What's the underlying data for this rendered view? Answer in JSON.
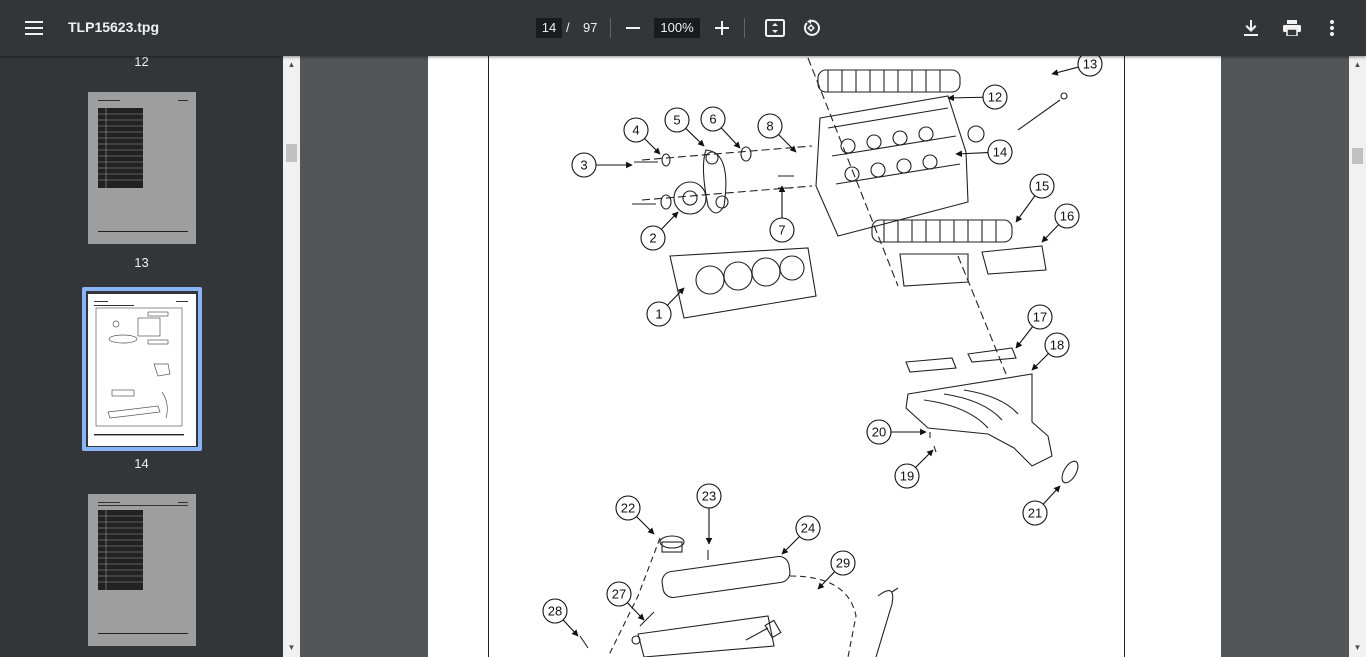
{
  "toolbar": {
    "menu_icon": "hamburger-menu-icon",
    "title": "TLP15623.tpg",
    "current_page": "14",
    "page_separator": "/",
    "total_pages": "97",
    "zoom": "100%",
    "icons": [
      "zoom-out-icon",
      "zoom-in-icon",
      "fit-page-icon",
      "rotate-icon",
      "download-icon",
      "print-icon",
      "more-options-icon"
    ]
  },
  "sidebar": {
    "thumbnails": [
      {
        "label": "12"
      },
      {
        "label": "13"
      },
      {
        "label": "14",
        "selected": true
      },
      {
        "label": ""
      }
    ]
  },
  "diagram": {
    "callouts": [
      "1",
      "2",
      "3",
      "4",
      "5",
      "6",
      "7",
      "8",
      "12",
      "13",
      "14",
      "15",
      "16",
      "17",
      "18",
      "19",
      "20",
      "21",
      "22",
      "23",
      "24",
      "27",
      "28",
      "29"
    ]
  }
}
